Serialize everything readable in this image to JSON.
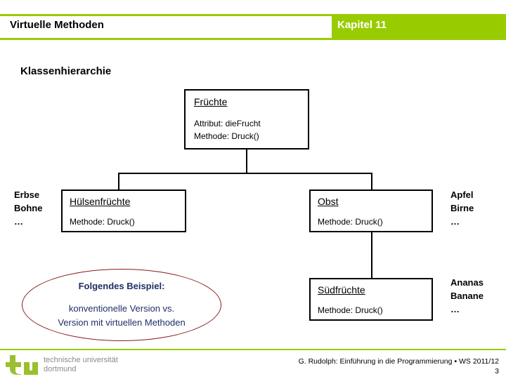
{
  "header": {
    "title": "Virtuelle Methoden",
    "chapter": "Kapitel 11",
    "band_color": "#99CC00"
  },
  "slide": {
    "title": "Klassenhierarchie"
  },
  "diagram": {
    "type": "class-hierarchy",
    "boxes": [
      {
        "id": "fruechte",
        "name": "Früchte",
        "lines": [
          "Attribut: dieFrucht",
          "Methode: Druck()"
        ]
      },
      {
        "id": "huelsenfruechte",
        "name": "Hülsenfrüchte",
        "lines": [
          "Methode: Druck()"
        ]
      },
      {
        "id": "obst",
        "name": "Obst",
        "lines": [
          "Methode: Druck()"
        ]
      },
      {
        "id": "suedfruechte",
        "name": "Südfrüchte",
        "lines": [
          "Methode: Druck()"
        ]
      }
    ],
    "leaf_lists": [
      {
        "id": "huelsen-instances",
        "text": "Erbse\nBohne\n…"
      },
      {
        "id": "obst-instances",
        "text": "Apfel\nBirne\n…"
      },
      {
        "id": "suedfruechte-instances",
        "text": "Ananas\nBanane\n…"
      }
    ]
  },
  "callout": {
    "headline": "Folgendes Beispiel:",
    "body_line_1": "konventionelle Version vs.",
    "body_line_2": "Version mit virtuellen Methoden",
    "outline_color": "#8B1A1A",
    "text_color": "#1F2F66"
  },
  "footer": {
    "logo_line_1": "technische universität",
    "logo_line_2": "dortmund",
    "logo_mark": "tu",
    "credit": "G. Rudolph: Einführung in die Programmierung ▪ WS 2011/12",
    "page_number": "3",
    "rule_color": "#99CC00"
  }
}
